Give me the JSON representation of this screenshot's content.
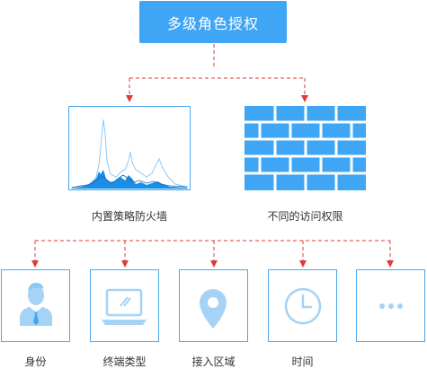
{
  "title": "多级角色授权",
  "middle": [
    {
      "label": "内置策略防火墙",
      "icon": "traffic-chart-icon"
    },
    {
      "label": "不同的访问权限",
      "icon": "brick-wall-icon"
    }
  ],
  "bottom": [
    {
      "label": "身份",
      "icon": "user-identity-icon"
    },
    {
      "label": "终端类型",
      "icon": "laptop-icon"
    },
    {
      "label": "接入区域",
      "icon": "location-pin-icon"
    },
    {
      "label": "时间",
      "icon": "clock-icon"
    },
    {
      "label": "",
      "icon": "more-dots-icon"
    }
  ],
  "colors": {
    "accent": "#3ea6f5",
    "connector": "#e03a3a",
    "icon_light": "#a5d3f6",
    "wall_fill": "#3ea6f5",
    "text": "#333333"
  }
}
